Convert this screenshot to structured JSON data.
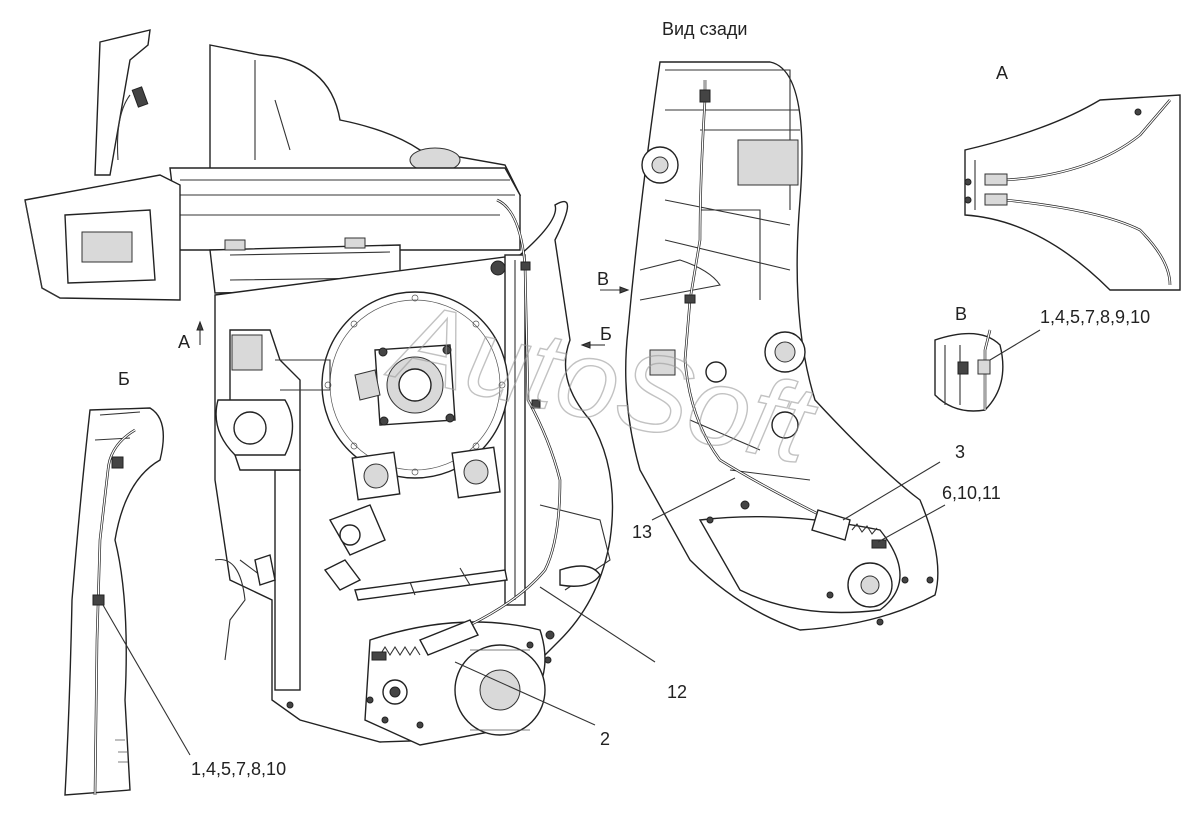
{
  "view_titles": {
    "rear_view": "Вид сзади",
    "view_a_main": "А",
    "view_a_detail": "А",
    "view_b_main": "Б",
    "view_b_detail": "Б",
    "view_v_main": "В",
    "view_v_detail": "В"
  },
  "callouts": {
    "c1": "1,4,5,7,8,10",
    "c2": "2",
    "c3": "3",
    "c6": "6,10,11",
    "c12": "12",
    "c13": "13",
    "c1b": "1,4,5,7,8,9,10"
  },
  "watermark": {
    "text": "AutoSoft"
  },
  "colors": {
    "line": "#222222",
    "fill": "#ffffff",
    "shade": "#d9d9d9"
  }
}
